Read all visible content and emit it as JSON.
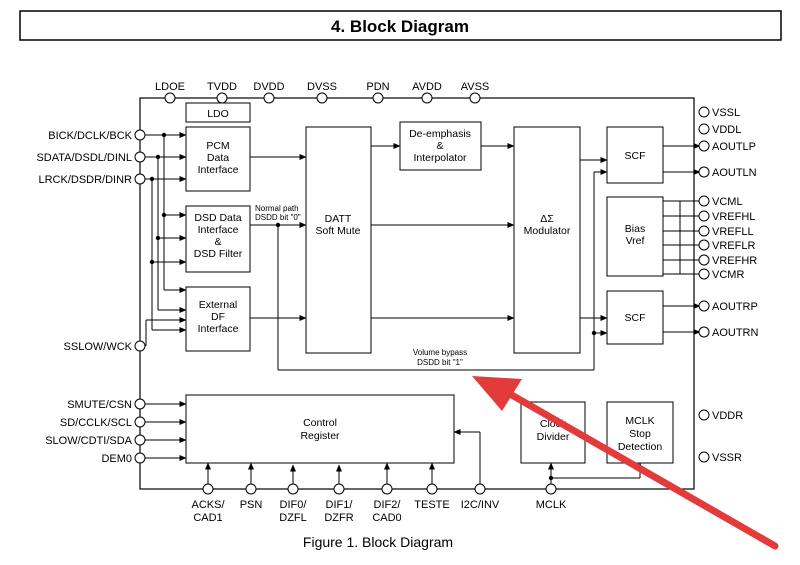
{
  "header": {
    "title": "4. Block Diagram"
  },
  "caption": "Figure 1. Block Diagram",
  "pins": {
    "top": [
      "LDOE",
      "TVDD",
      "DVDD",
      "DVSS",
      "PDN",
      "AVDD",
      "AVSS"
    ],
    "left": [
      "BICK/DCLK/BCK",
      "SDATA/DSDL/DINL",
      "LRCK/DSDR/DINR",
      "SSLOW/WCK",
      "SMUTE/CSN",
      "SD/CCLK/SCL",
      "SLOW/CDTI/SDA",
      "DEM0"
    ],
    "right": [
      "VSSL",
      "VDDL",
      "AOUTLP",
      "AOUTLN",
      "VCML",
      "VREFHL",
      "VREFLL",
      "VREFLR",
      "VREFHR",
      "VCMR",
      "AOUTRP",
      "AOUTRN",
      "VDDR",
      "VSSR"
    ],
    "bottom": [
      {
        "line1": "ACKS/",
        "line2": "CAD1"
      },
      {
        "line1": "PSN",
        "line2": ""
      },
      {
        "line1": "DIF0/",
        "line2": "DZFL"
      },
      {
        "line1": "DIF1/",
        "line2": "DZFR"
      },
      {
        "line1": "DIF2/",
        "line2": "CAD0"
      },
      {
        "line1": "TESTE",
        "line2": ""
      },
      {
        "line1": "I2C/INV",
        "line2": ""
      },
      {
        "line1": "MCLK",
        "line2": ""
      }
    ]
  },
  "blocks": {
    "ldo": [
      "LDO"
    ],
    "pcm": [
      "PCM",
      "Data",
      "Interface"
    ],
    "dsd": [
      "DSD Data",
      "Interface",
      "&",
      "DSD Filter"
    ],
    "ext": [
      "External",
      "DF",
      "Interface"
    ],
    "datt": [
      "DATT",
      "Soft Mute"
    ],
    "deemph": [
      "De-emphasis",
      "&",
      "Interpolator"
    ],
    "mod": [
      "ΔΣ",
      "Modulator"
    ],
    "scf_l": [
      "SCF"
    ],
    "bias": [
      "Bias",
      "Vref"
    ],
    "scf_r": [
      "SCF"
    ],
    "ctrl": [
      "Control",
      "Register"
    ],
    "clk": [
      "Clock",
      "Divider"
    ],
    "mclk": [
      "MCLK",
      "Stop",
      "Detection"
    ]
  },
  "annotations": {
    "normal_path": [
      "Normal path",
      "DSDD bit \"0\""
    ],
    "bypass": [
      "Volume bypass",
      "DSDD bit \"1\""
    ]
  },
  "overlay": {
    "arrow_color": "#e33b3b"
  }
}
